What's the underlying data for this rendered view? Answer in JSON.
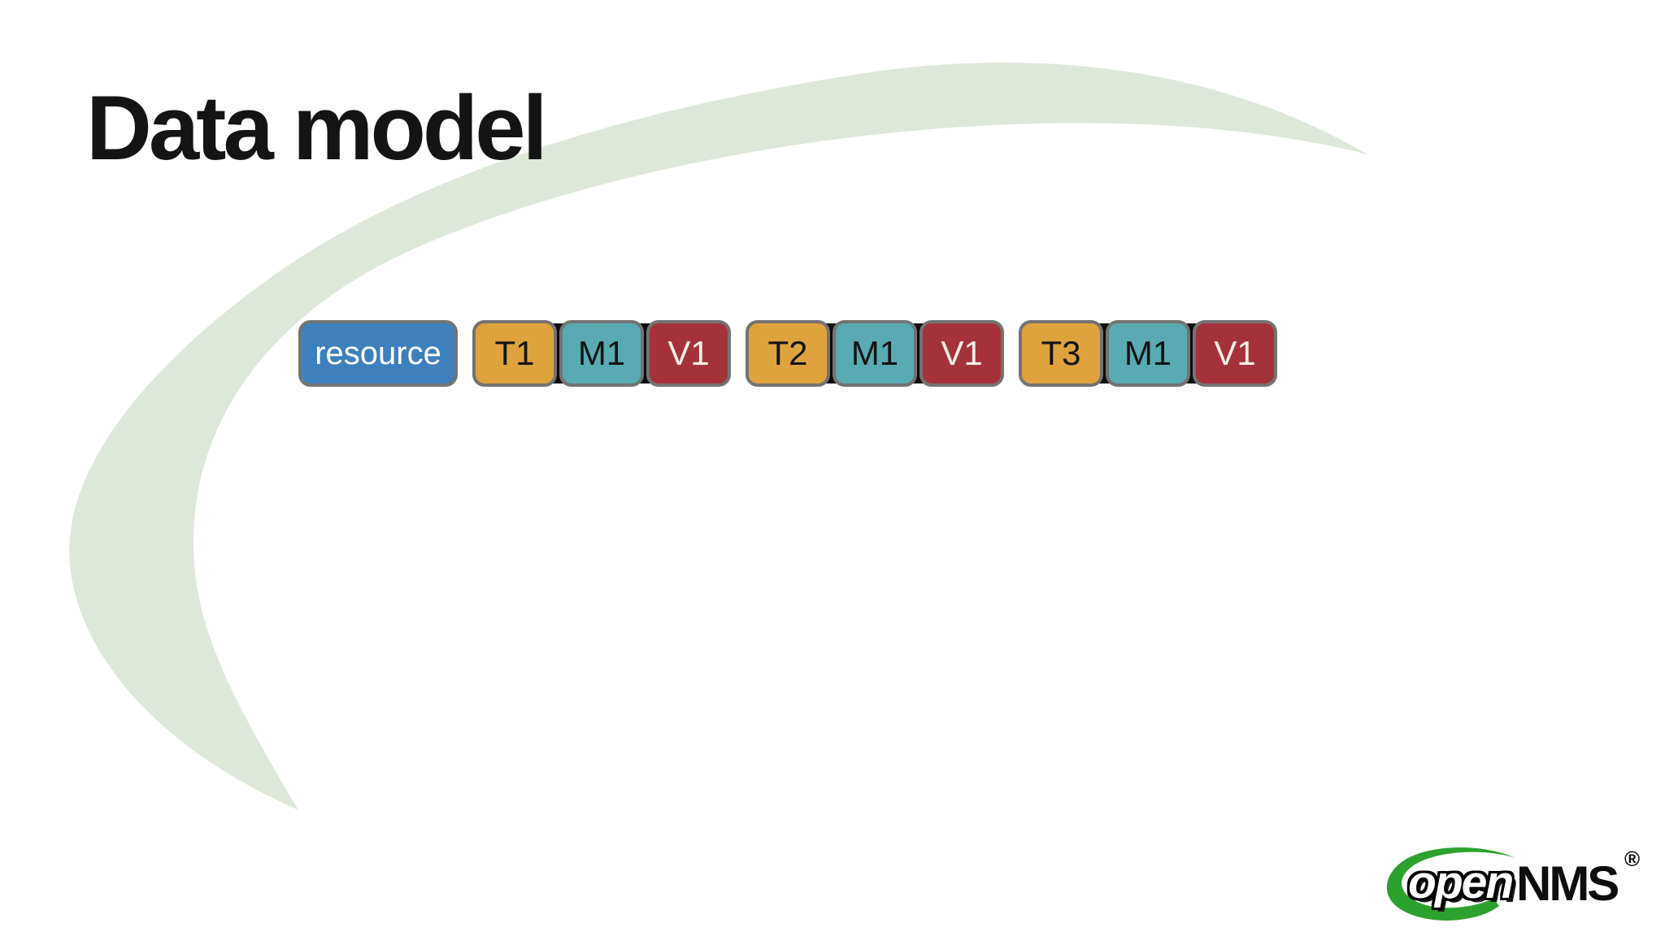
{
  "slide": {
    "title": "Data model",
    "background_color": "#ffffff",
    "swoosh_color": "#dee8da"
  },
  "diagram": {
    "border_color": "#737373",
    "connector_color": "#0c0c0c",
    "resource": {
      "label": "resource",
      "fill": "#3e80bd",
      "text": "#ffffff"
    },
    "groups": [
      {
        "boxes": [
          {
            "label": "T1",
            "fill": "#dfa33d",
            "text": "#141414"
          },
          {
            "label": "M1",
            "fill": "#58abb2",
            "text": "#141414"
          },
          {
            "label": "V1",
            "fill": "#a5323a",
            "text": "#f6efe6"
          }
        ]
      },
      {
        "boxes": [
          {
            "label": "T2",
            "fill": "#dfa33d",
            "text": "#141414"
          },
          {
            "label": "M1",
            "fill": "#58abb2",
            "text": "#141414"
          },
          {
            "label": "V1",
            "fill": "#a5323a",
            "text": "#f6efe6"
          }
        ]
      },
      {
        "boxes": [
          {
            "label": "T3",
            "fill": "#dfa33d",
            "text": "#141414"
          },
          {
            "label": "M1",
            "fill": "#58abb2",
            "text": "#141414"
          },
          {
            "label": "V1",
            "fill": "#a5323a",
            "text": "#f6efe6"
          }
        ]
      }
    ]
  },
  "logo": {
    "word_open": "open",
    "word_nms": "NMS",
    "registered_mark": "®",
    "green": "#2da12d"
  }
}
